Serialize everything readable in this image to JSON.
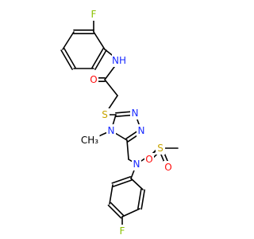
{
  "molecule": {
    "colors": {
      "carbon": "#000000",
      "nitrogen": "#1a2bff",
      "oxygen": "#ff0d0d",
      "sulfur": "#c8a400",
      "fluorine": "#8ac000"
    },
    "atoms": [
      {
        "id": "F1",
        "label": "F"
      },
      {
        "id": "NH",
        "label": "NH"
      },
      {
        "id": "O1",
        "label": "O"
      },
      {
        "id": "S1",
        "label": "S"
      },
      {
        "id": "N1",
        "label": "N"
      },
      {
        "id": "N2",
        "label": "N"
      },
      {
        "id": "N3",
        "label": "N"
      },
      {
        "id": "Me",
        "label": "CH₃"
      },
      {
        "id": "N4",
        "label": "N"
      },
      {
        "id": "S2",
        "label": "S"
      },
      {
        "id": "O2",
        "label": "O"
      },
      {
        "id": "O3",
        "label": "O"
      },
      {
        "id": "F2",
        "label": "F"
      }
    ]
  }
}
